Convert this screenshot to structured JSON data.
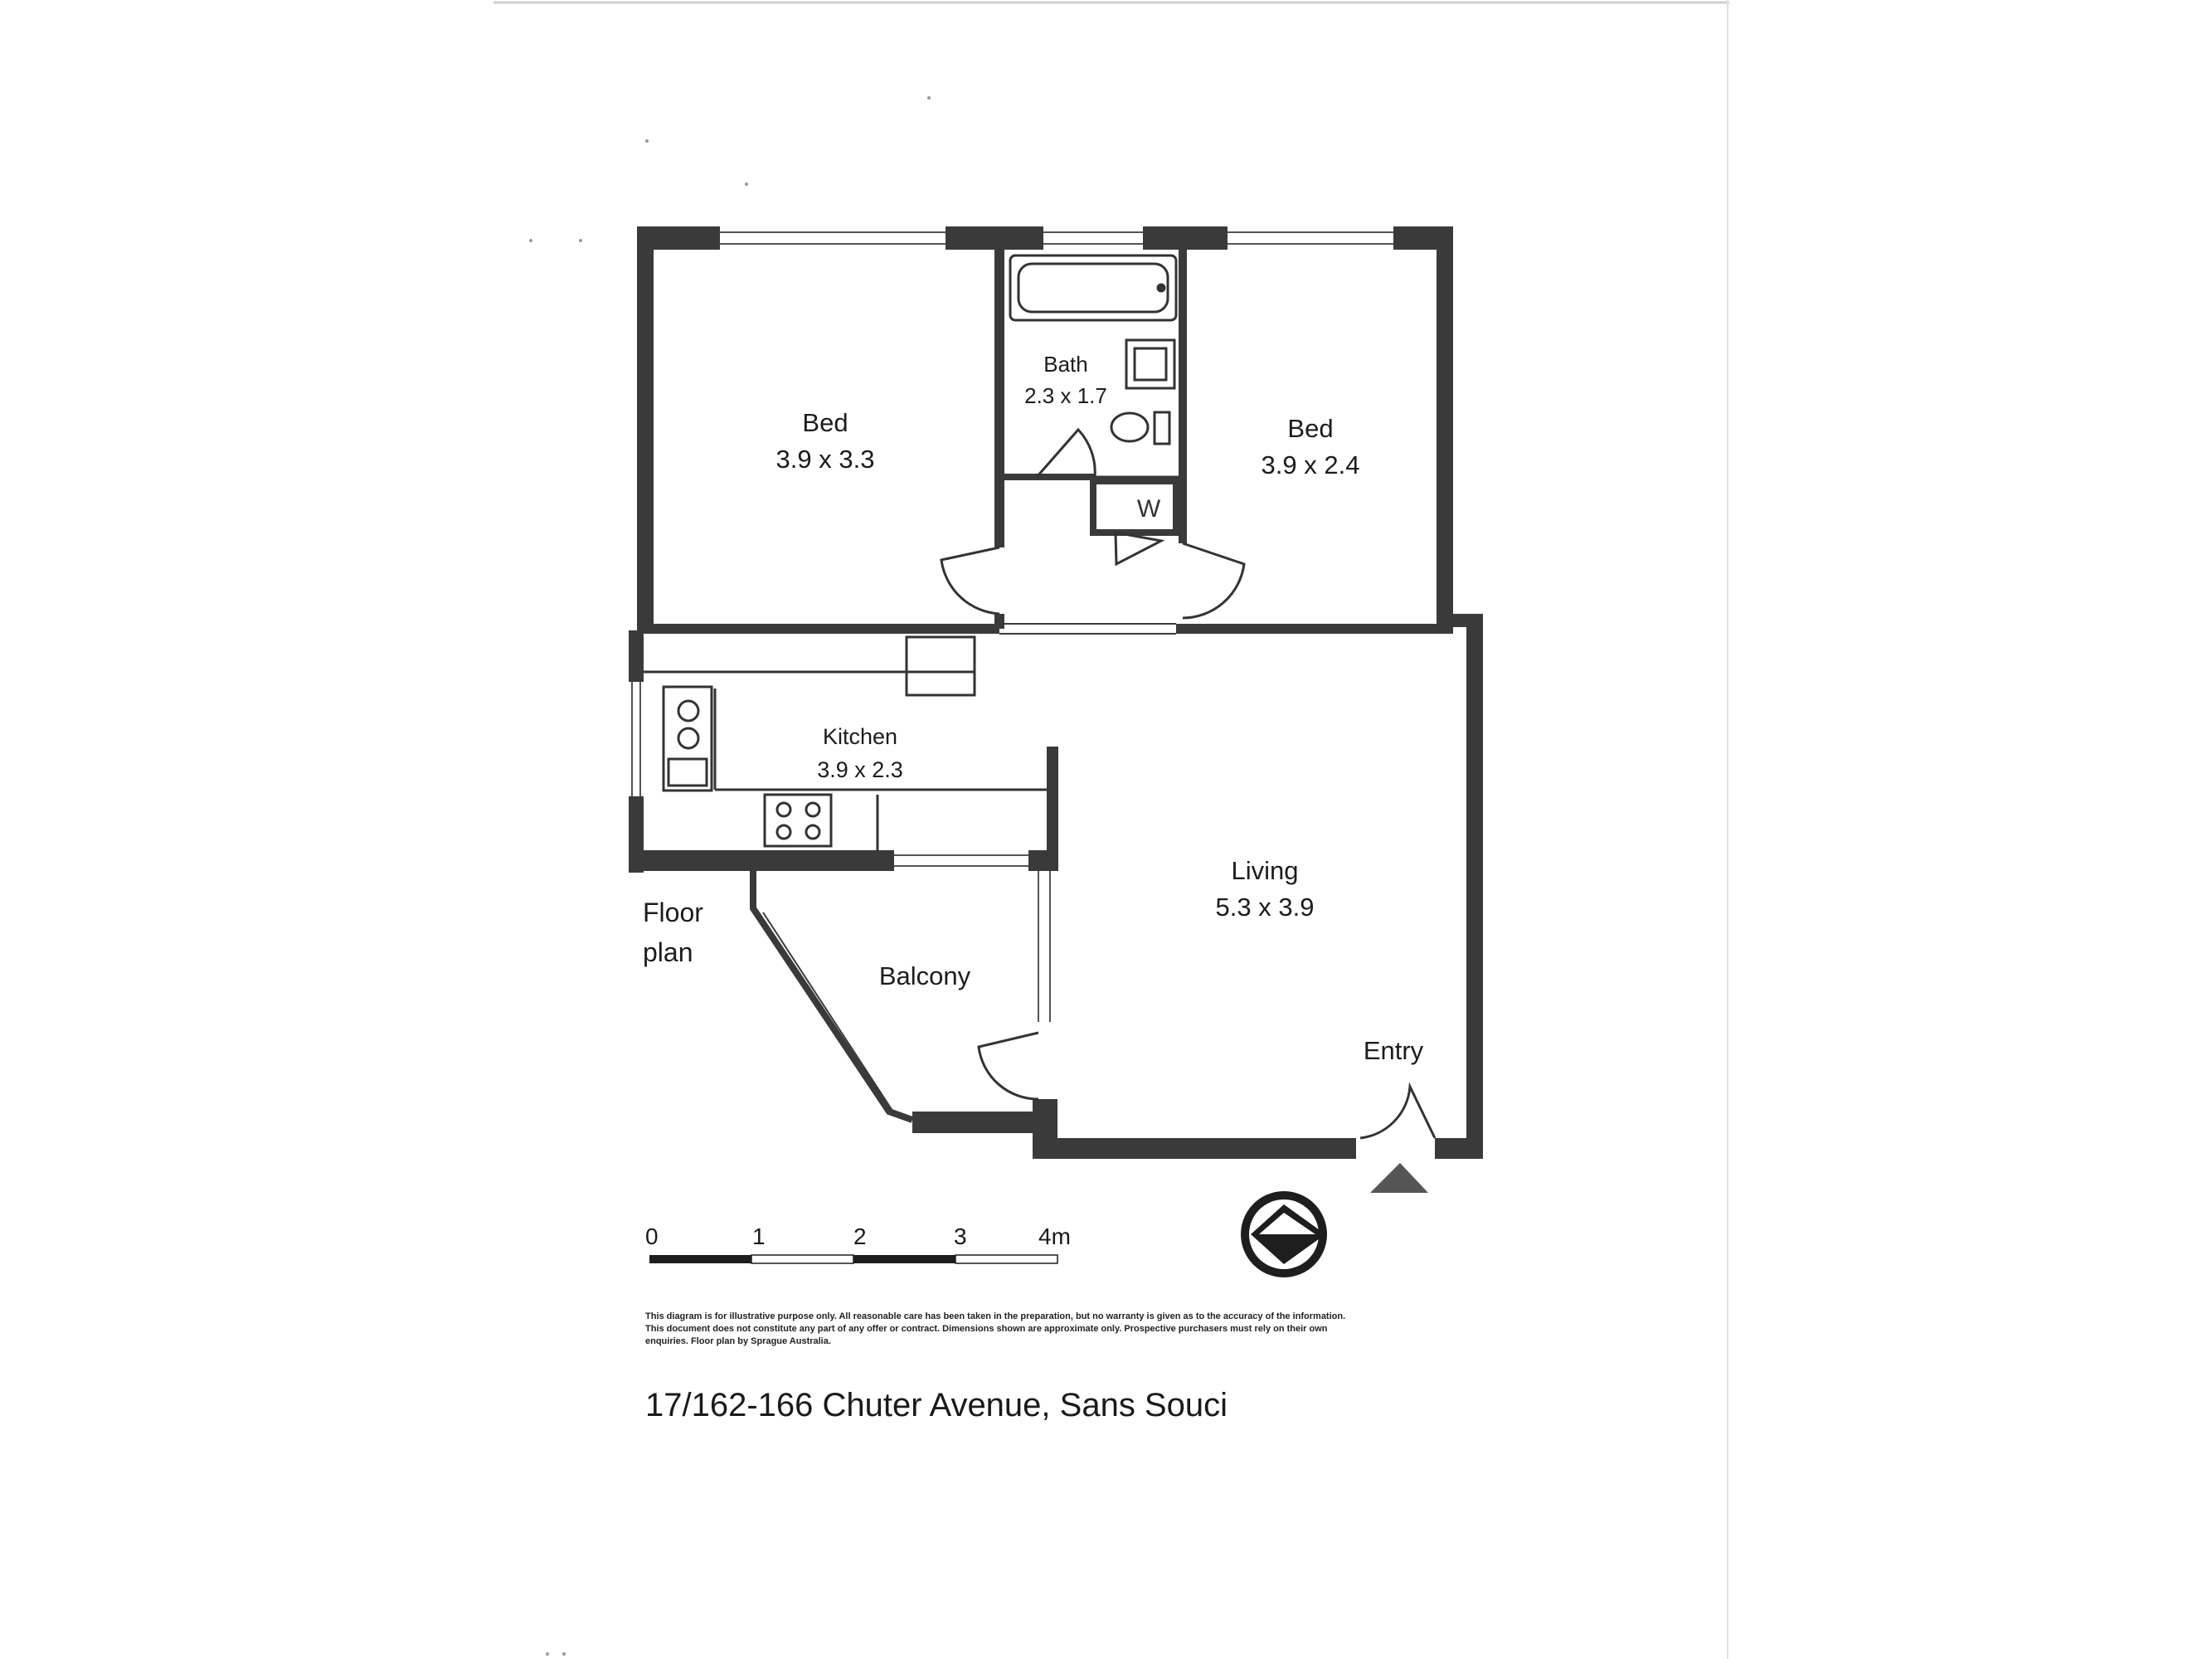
{
  "rooms": {
    "bed1": {
      "name": "Bed",
      "size": "3.9 x 3.3"
    },
    "bath": {
      "name": "Bath",
      "size": "2.3 x 1.7"
    },
    "bed2": {
      "name": "Bed",
      "size": "3.9 x 2.4"
    },
    "kitchen": {
      "name": "Kitchen",
      "size": "3.9 x 2.3"
    },
    "living": {
      "name": "Living",
      "size": "5.3 x 3.9"
    },
    "balcony": {
      "name": "Balcony"
    },
    "entry": {
      "name": "Entry"
    }
  },
  "floor_plan_label": {
    "line1": "Floor",
    "line2": "plan"
  },
  "scale": {
    "ticks": [
      "0",
      "1",
      "2",
      "3",
      "4m"
    ]
  },
  "disclaimer": "This diagram is for illustrative purpose only. All reasonable care has been taken in the preparation, but no warranty is given as to the accuracy of the information. This document does not constitute any part of any offer or contract. Dimensions shown are approximate only. Prospective purchasers must rely on their own enquiries. Floor plan by Sprague Australia.",
  "address": "17/162-166 Chuter Avenue, Sans Souci",
  "colors": {
    "wall": "#3a3a3a",
    "line": "#4a4a4a",
    "paper": "#ffffff"
  }
}
